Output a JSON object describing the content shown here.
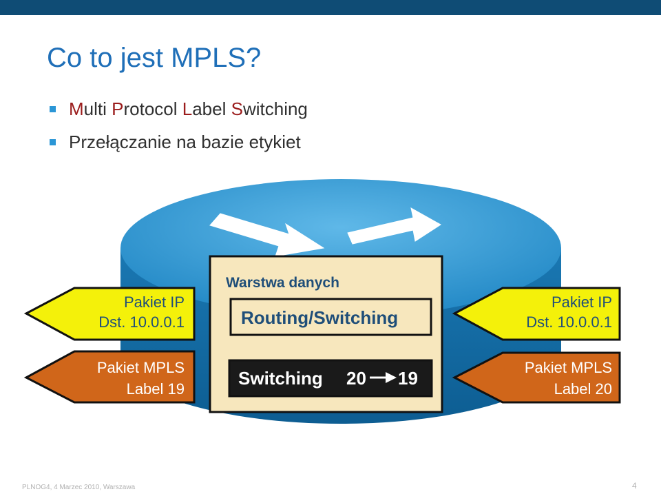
{
  "slide": {
    "title": "Co to jest MPLS?",
    "bullet1": {
      "m": "M",
      "m_rest": "ulti ",
      "p": "P",
      "p_rest": "rotocol ",
      "l": "L",
      "l_rest": "abel ",
      "s": "S",
      "s_rest": "witching"
    },
    "bullet2": "Przełączanie na bazie etykiet"
  },
  "diagram": {
    "left_ip": {
      "line1": "Pakiet IP",
      "line2": "Dst. 10.0.0.1"
    },
    "left_mpls": {
      "line1": "Pakiet MPLS",
      "line2": "Label 19"
    },
    "right_ip": {
      "line1": "Pakiet IP",
      "line2": "Dst. 10.0.0.1"
    },
    "right_mpls": {
      "line1": "Pakiet MPLS",
      "line2": "Label 20"
    },
    "center_box": {
      "heading": "Warstwa danych",
      "routing": "Routing/Switching",
      "switching": "Switching",
      "label_in": "20",
      "label_out": "19"
    }
  },
  "footer": {
    "left": "PLNOG4, 4 Marzec 2010, Warszawa",
    "page": "4"
  },
  "colors": {
    "title": "#1f6fb8",
    "accent_red": "#9b1c1c",
    "router": "#2a8ec8",
    "ip_arrow": "#f4f10a",
    "mpls_arrow": "#d0661a",
    "panel": "#f7e7bd"
  }
}
